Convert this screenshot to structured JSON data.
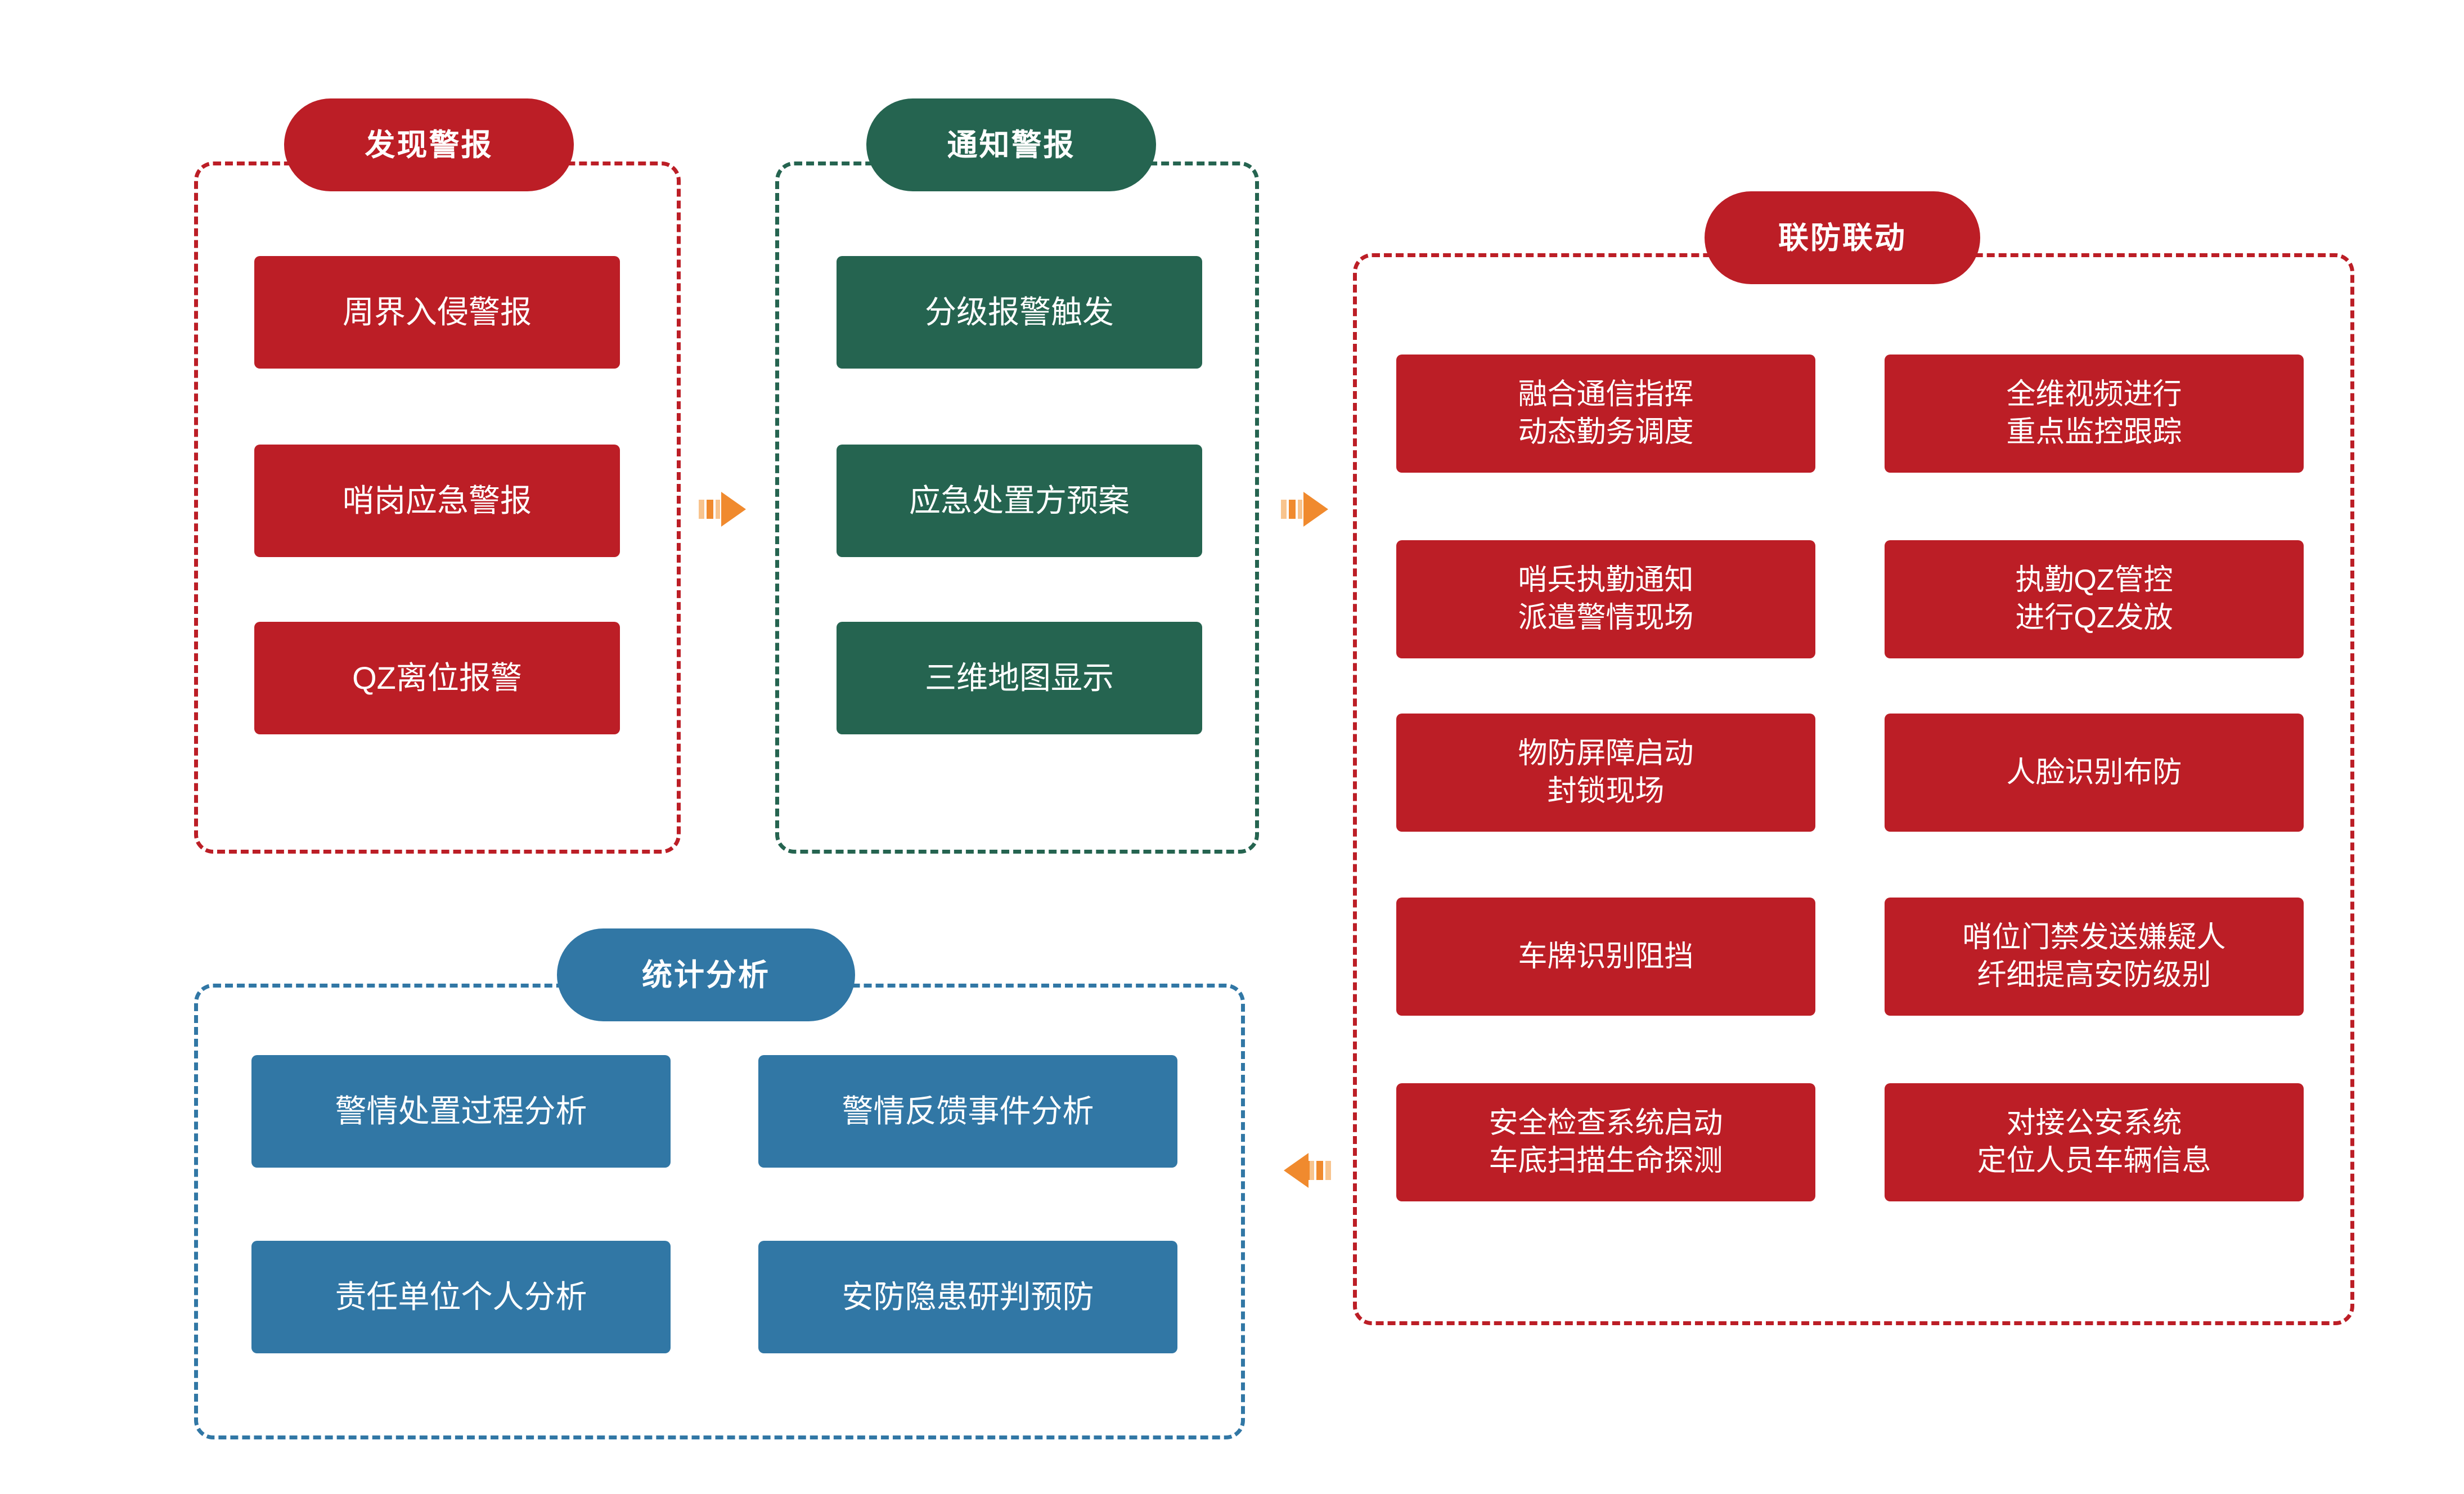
{
  "diagram": {
    "title_colors": {
      "red": "#BC1E26",
      "green": "#256450",
      "blue": "#3177A5",
      "arrow": "#F08A2E",
      "arrow_light": "#F8C48E",
      "background": "#FFFFFF",
      "text": "#FFFFFF"
    },
    "panels": [
      {
        "id": "discover-alarm",
        "header": "发现警报",
        "color": "red",
        "items": [
          {
            "label": "周界入侵警报"
          },
          {
            "label": "哨岗应急警报"
          },
          {
            "label": "QZ离位报警"
          }
        ]
      },
      {
        "id": "notify-alarm",
        "header": "通知警报",
        "color": "green",
        "items": [
          {
            "label": "分级报警触发"
          },
          {
            "label": "应急处置方预案"
          },
          {
            "label": "三维地图显示"
          }
        ]
      },
      {
        "id": "joint-defense",
        "header": "联防联动",
        "color": "red",
        "items": [
          {
            "label": "融合通信指挥\n动态勤务调度"
          },
          {
            "label": "全维视频进行\n重点监控跟踪"
          },
          {
            "label": "哨兵执勤通知\n派遣警情现场"
          },
          {
            "label": "执勤QZ管控\n进行QZ发放"
          },
          {
            "label": "物防屏障启动\n封锁现场"
          },
          {
            "label": "人脸识别布防"
          },
          {
            "label": "车牌识别阻挡"
          },
          {
            "label": "哨位门禁发送嫌疑人\n纤细提高安防级别"
          },
          {
            "label": "安全检查系统启动\n车底扫描生命探测"
          },
          {
            "label": "对接公安系统\n定位人员车辆信息"
          }
        ]
      },
      {
        "id": "statistical-analysis",
        "header": "统计分析",
        "color": "blue",
        "items": [
          {
            "label": "警情处置过程分析"
          },
          {
            "label": "警情反馈事件分析"
          },
          {
            "label": "责任单位个人分析"
          },
          {
            "label": "安防隐患研判预防"
          }
        ]
      }
    ],
    "arrows": [
      {
        "id": "arrow-discover-to-notify",
        "direction": "right"
      },
      {
        "id": "arrow-notify-to-joint",
        "direction": "right"
      },
      {
        "id": "arrow-joint-to-statistics",
        "direction": "left"
      }
    ]
  }
}
